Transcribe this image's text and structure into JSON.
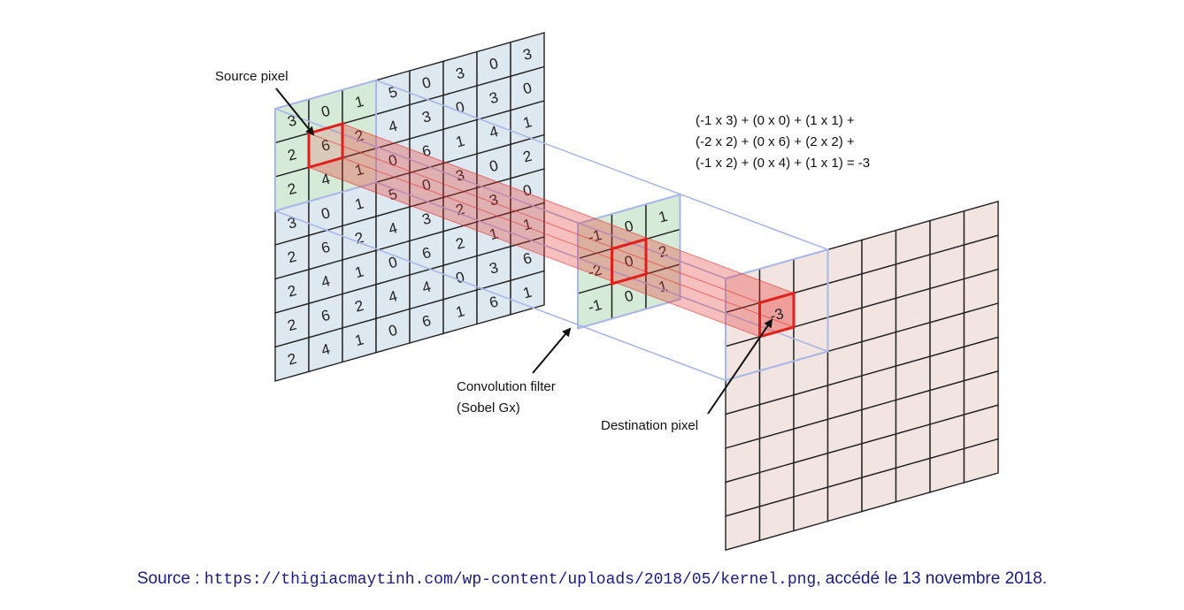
{
  "labels": {
    "source_pixel": "Source pixel",
    "filter_line1": "Convolution filter",
    "filter_line2": "(Sobel Gx)",
    "destination_pixel": "Destination pixel"
  },
  "formula": [
    "(-1 x 3) + (0 x 0) + (1 x 1) +",
    "(-2 x 2) + (0 x 6) + (2 x 2) +",
    "(-1 x 2) + (0 x 4) + (1 x 1)  = -3"
  ],
  "source_grid": [
    [
      "3",
      "0",
      "1",
      "5",
      "0",
      "3",
      "0",
      "3"
    ],
    [
      "2",
      "6",
      "2",
      "4",
      "3",
      "0",
      "3",
      "0"
    ],
    [
      "2",
      "4",
      "1",
      "0",
      "6",
      "1",
      "4",
      "1"
    ],
    [
      "3",
      "0",
      "1",
      "5",
      "0",
      "3",
      "0",
      "2"
    ],
    [
      "2",
      "6",
      "2",
      "4",
      "3",
      "2",
      "3",
      "0"
    ],
    [
      "2",
      "4",
      "1",
      "0",
      "6",
      "2",
      "1",
      "1"
    ],
    [
      "2",
      "6",
      "2",
      "4",
      "4",
      "0",
      "3",
      "6"
    ],
    [
      "2",
      "4",
      "1",
      "0",
      "6",
      "1",
      "6",
      "1"
    ]
  ],
  "filter_grid": [
    [
      "-1",
      "0",
      "1"
    ],
    [
      "-2",
      "0",
      "2"
    ],
    [
      "-1",
      "0",
      "1"
    ]
  ],
  "destination_value": "-3",
  "caption": {
    "prefix": "Source : ",
    "url": "https://thigiacmaytinh.com/wp-content/uploads/2018/05/kernel.png",
    "suffix": ", accédé le 13 novembre 2018."
  },
  "colors": {
    "source_fill": "#dde8f0",
    "kernel_fill": "#d6ead8",
    "dest_fill": "#f2e4e0",
    "highlight": "#e0201a",
    "projection_line": "#a9b7e8",
    "beam": "#e8302a"
  }
}
